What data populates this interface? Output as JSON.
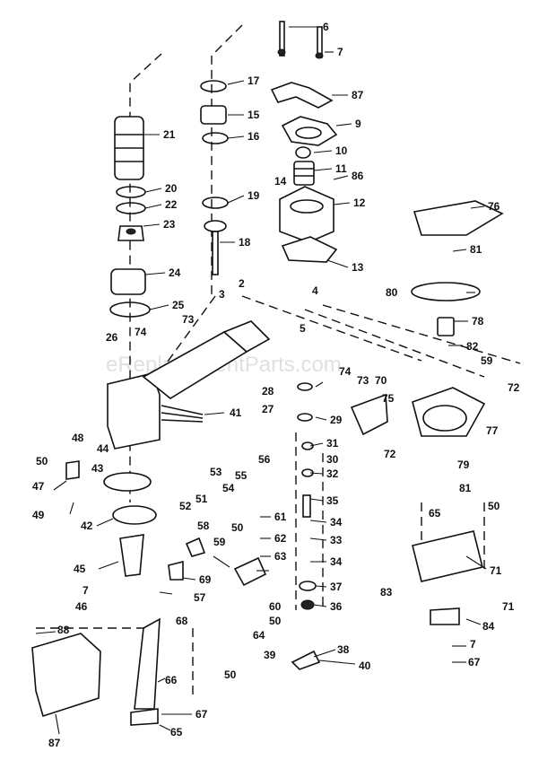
{
  "watermark": "eReplacementParts.com",
  "labels": [
    "6",
    "7",
    "87",
    "9",
    "10",
    "11",
    "86",
    "12",
    "13",
    "14",
    "17",
    "15",
    "16",
    "19",
    "18",
    "21",
    "20",
    "22",
    "23",
    "24",
    "25",
    "2",
    "3",
    "4",
    "5",
    "73",
    "74",
    "26",
    "41",
    "28",
    "27",
    "29",
    "74",
    "73",
    "70",
    "75",
    "72",
    "72",
    "59",
    "76",
    "81",
    "80",
    "78",
    "82",
    "31",
    "30",
    "32",
    "35",
    "34",
    "33",
    "34",
    "37",
    "36",
    "48",
    "50",
    "47",
    "43",
    "49",
    "44",
    "42",
    "45",
    "7",
    "46",
    "56",
    "55",
    "54",
    "53",
    "51",
    "52",
    "58",
    "59",
    "69",
    "68",
    "61",
    "50",
    "62",
    "63",
    "57",
    "60",
    "50",
    "64",
    "50",
    "39",
    "38",
    "40",
    "77",
    "79",
    "81",
    "50",
    "65",
    "71",
    "83",
    "71",
    "84",
    "7",
    "67",
    "88",
    "87",
    "66",
    "67",
    "65"
  ]
}
